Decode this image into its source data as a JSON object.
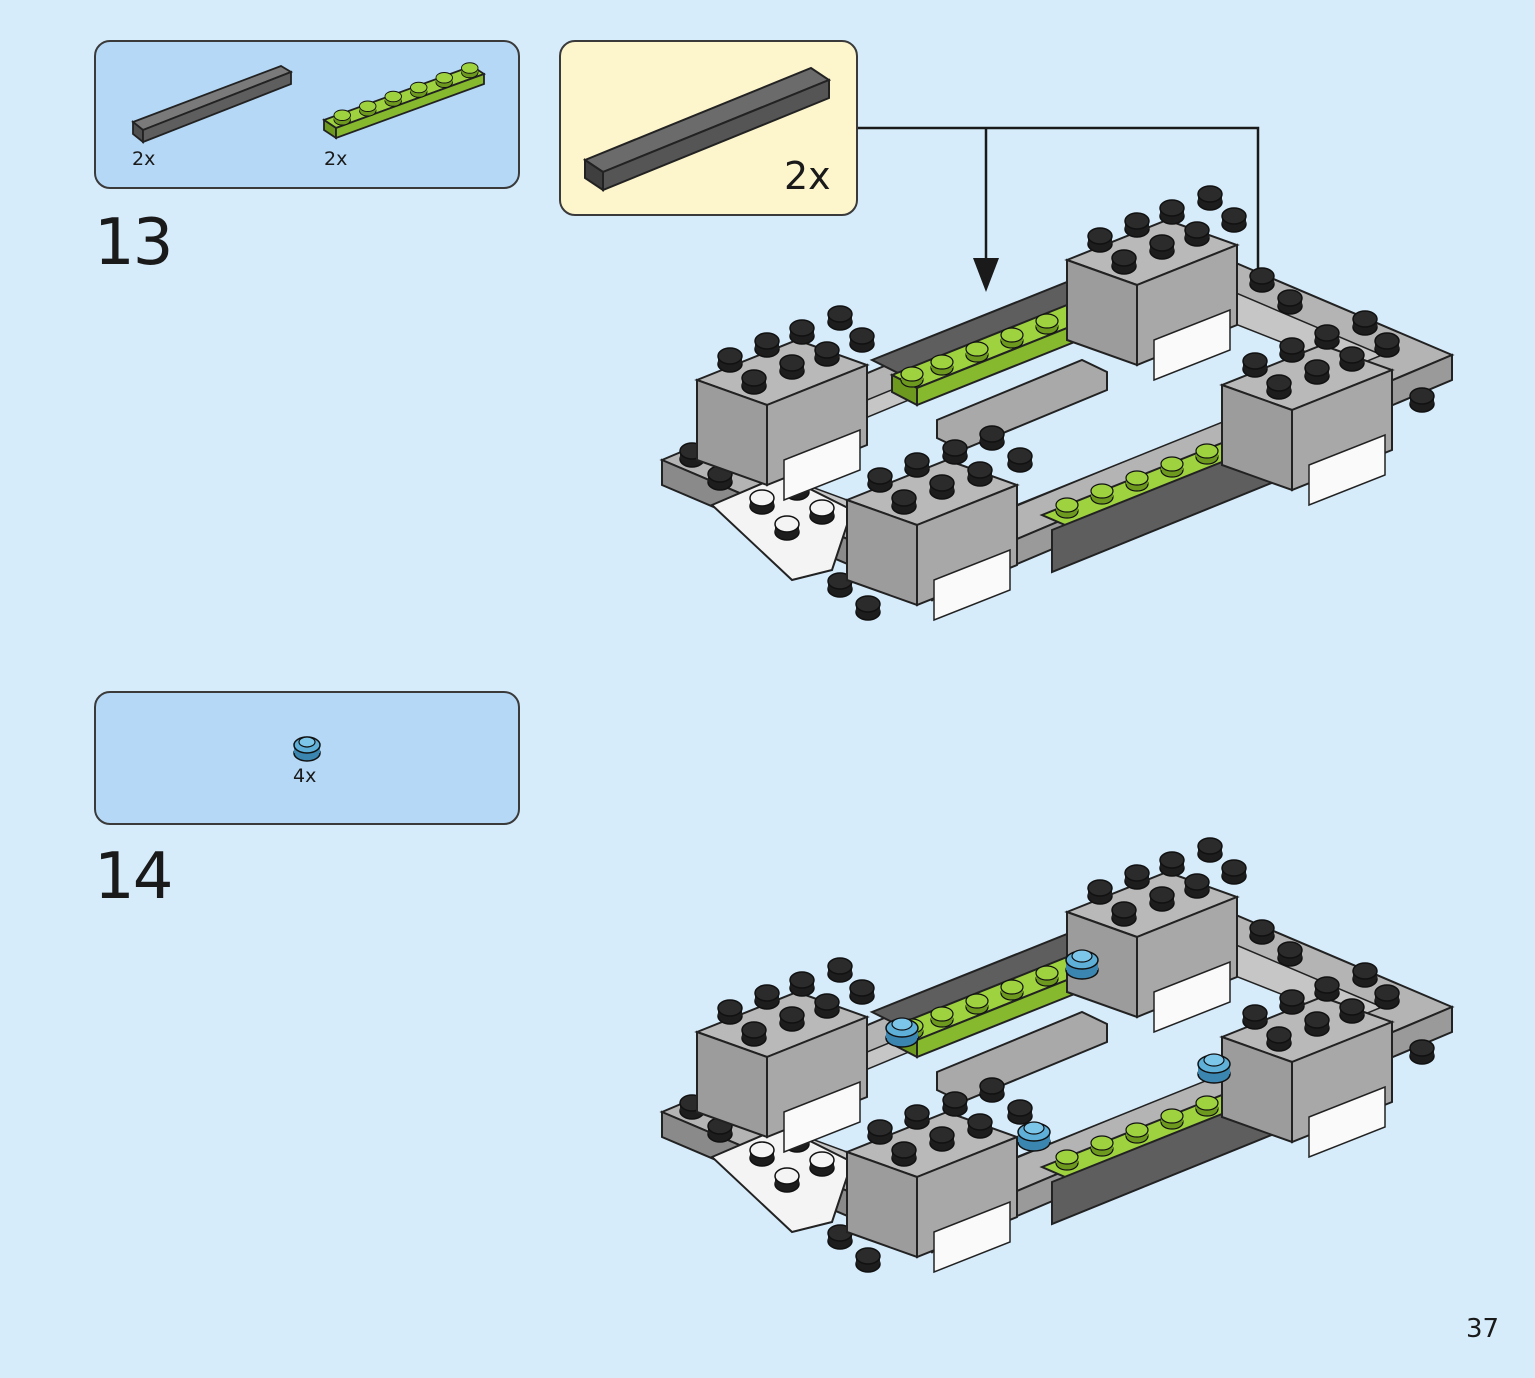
{
  "steps": [
    {
      "number": "13",
      "parts": [
        {
          "qty": "2x",
          "icon": "dark-gray-tile-1x6",
          "color": "#6b6b6b"
        },
        {
          "qty": "2x",
          "icon": "lime-plate-1x6",
          "color": "#9ed23f"
        }
      ],
      "callout": {
        "qty": "2x",
        "icon": "dark-gray-tile-1x6"
      }
    },
    {
      "number": "14",
      "parts": [
        {
          "qty": "4x",
          "icon": "medium-azure-round-plate-1x1",
          "color": "#5fb0d8"
        }
      ]
    }
  ],
  "page_number": "37",
  "colors": {
    "background": "#d6ecfb",
    "parts_box": "#b4d8f6",
    "callout_box": "#fdf5cc",
    "light_gray": "#a8a8a8",
    "dark_gray": "#6b6b6b",
    "lime": "#9ed23f",
    "azure": "#5fb0d8"
  }
}
